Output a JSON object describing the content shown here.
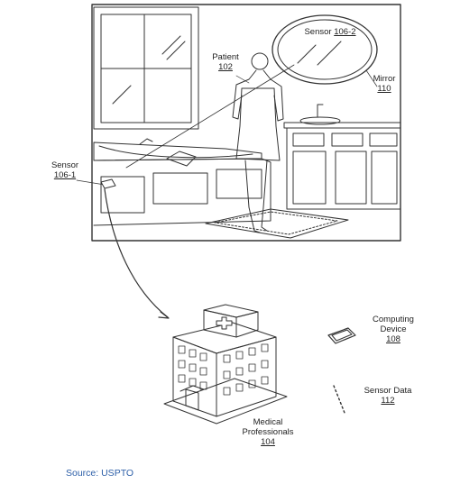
{
  "labels": {
    "patient": {
      "name": "Patient",
      "ref": "102"
    },
    "mirror": {
      "name": "Mirror",
      "ref": "110"
    },
    "sensor_mirror": {
      "name": "Sensor",
      "ref": "106-2"
    },
    "sensor_tub": {
      "name": "Sensor",
      "ref": "106-1"
    },
    "computing": {
      "name": "Computing Device",
      "ref": "108"
    },
    "sensor_data": {
      "name": "Sensor Data",
      "ref": "112"
    },
    "medical": {
      "name": "Medical Professionals",
      "ref": "104"
    }
  },
  "source": "Source: USPTO"
}
